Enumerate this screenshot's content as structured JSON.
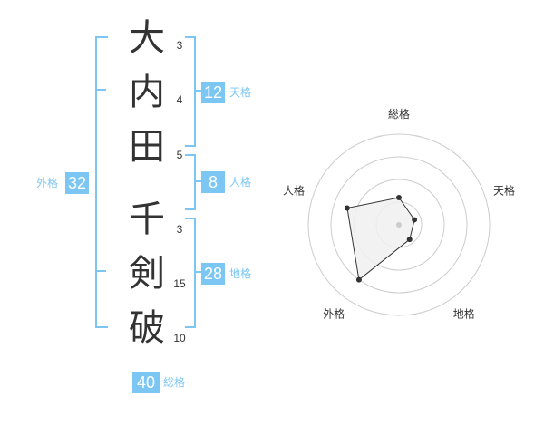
{
  "name": {
    "characters": [
      {
        "char": "大",
        "strokes": "3"
      },
      {
        "char": "内",
        "strokes": "4"
      },
      {
        "char": "田",
        "strokes": "5"
      },
      {
        "char": "千",
        "strokes": "3"
      },
      {
        "char": "剣",
        "strokes": "15"
      },
      {
        "char": "破",
        "strokes": "10"
      }
    ]
  },
  "fortunes": {
    "tenkaku": {
      "value": "12",
      "label": "天格"
    },
    "jinkaku": {
      "value": "8",
      "label": "人格"
    },
    "chikaku": {
      "value": "28",
      "label": "地格"
    },
    "gaikaku": {
      "value": "32",
      "label": "外格"
    },
    "soukaku": {
      "value": "40",
      "label": "総格"
    }
  },
  "chart_data": {
    "type": "radar",
    "axes": [
      "総格",
      "天格",
      "地格",
      "外格",
      "人格"
    ],
    "values": [
      0.3,
      0.18,
      0.2,
      0.75,
      0.6
    ],
    "rings": 4,
    "colors": {
      "fill": "#f0f0f0",
      "line": "#333333",
      "ring": "#cccccc",
      "point": "#333333",
      "center": "#cccccc"
    }
  },
  "colors": {
    "accent": "#7cc6f3",
    "text": "#333333"
  }
}
